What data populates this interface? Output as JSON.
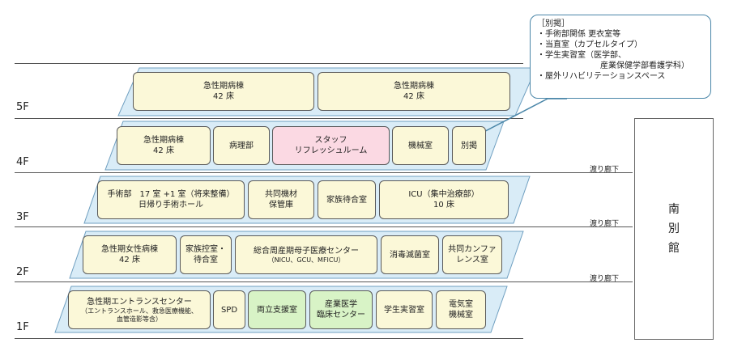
{
  "floors": [
    {
      "label": "5F"
    },
    {
      "label": "4F"
    },
    {
      "label": "3F"
    },
    {
      "label": "2F"
    },
    {
      "label": "1F"
    }
  ],
  "rooms": {
    "f5_ward_a": {
      "line1": "急性期病棟",
      "line2": "42 床"
    },
    "f5_ward_b": {
      "line1": "急性期病棟",
      "line2": "42 床"
    },
    "f4_ward": {
      "line1": "急性期病棟",
      "line2": "42 床"
    },
    "f4_pathology": {
      "line1": "病理部"
    },
    "f4_staff": {
      "line1": "スタッフ",
      "line2": "リフレッシュルーム"
    },
    "f4_machine": {
      "line1": "機械室"
    },
    "f4_separate": {
      "line1": "別掲"
    },
    "f3_surgery": {
      "line1": "手術部　17 室 +1 室（将来整備）",
      "line2": "日帰り手術ホール"
    },
    "f3_storage": {
      "line1": "共同機材",
      "line2": "保管庫"
    },
    "f3_family": {
      "line1": "家族待合室"
    },
    "f3_icu": {
      "line1": "ICU（集中治療部）",
      "line2": "10 床"
    },
    "f2_women": {
      "line1": "急性期女性病棟",
      "line2": "42 床"
    },
    "f2_family": {
      "line1": "家族控室・",
      "line2": "待合室"
    },
    "f2_perinatal": {
      "line1": "総合周産期母子医療センター",
      "line2": "（NICU、GCU、MFICU）"
    },
    "f2_sterile": {
      "line1": "消毒滅菌室"
    },
    "f2_conference": {
      "line1": "共同カンファ",
      "line2": "レンス室"
    },
    "f1_entrance": {
      "line1": "急性期エントランスセンター",
      "line2": "（エントランスホール、救急医療機能、",
      "line3": "血管造影等含）"
    },
    "f1_spd": {
      "line1": "SPD"
    },
    "f1_support": {
      "line1": "両立支援室"
    },
    "f1_occupational": {
      "line1": "産業医学",
      "line2": "臨床センター"
    },
    "f1_student": {
      "line1": "学生実習室"
    },
    "f1_electric": {
      "line1": "電気室",
      "line2": "機械室"
    }
  },
  "corridors": [
    "渡り廊下",
    "渡り廊下",
    "渡り廊下"
  ],
  "south_building": [
    "南",
    "別",
    "館"
  ],
  "callout": {
    "title": "［別掲］",
    "items": [
      {
        "bullet": "・",
        "text": "手術部関係 更衣室等"
      },
      {
        "bullet": "・",
        "text": "当直室（カプセルタイプ）"
      },
      {
        "bullet": "・",
        "text": "学生実習室（医学部、"
      },
      {
        "bullet": "",
        "text": "産業保健学部看護学科）",
        "indent": true
      },
      {
        "bullet": "・",
        "text": "屋外リハビリテーションスペース"
      }
    ]
  },
  "colors": {
    "slab": "#d9ecf7",
    "room": "#fbf8d8",
    "pink": "#fbd9e3",
    "green": "#d8f3c6",
    "callout_border": "#4a86a8"
  }
}
